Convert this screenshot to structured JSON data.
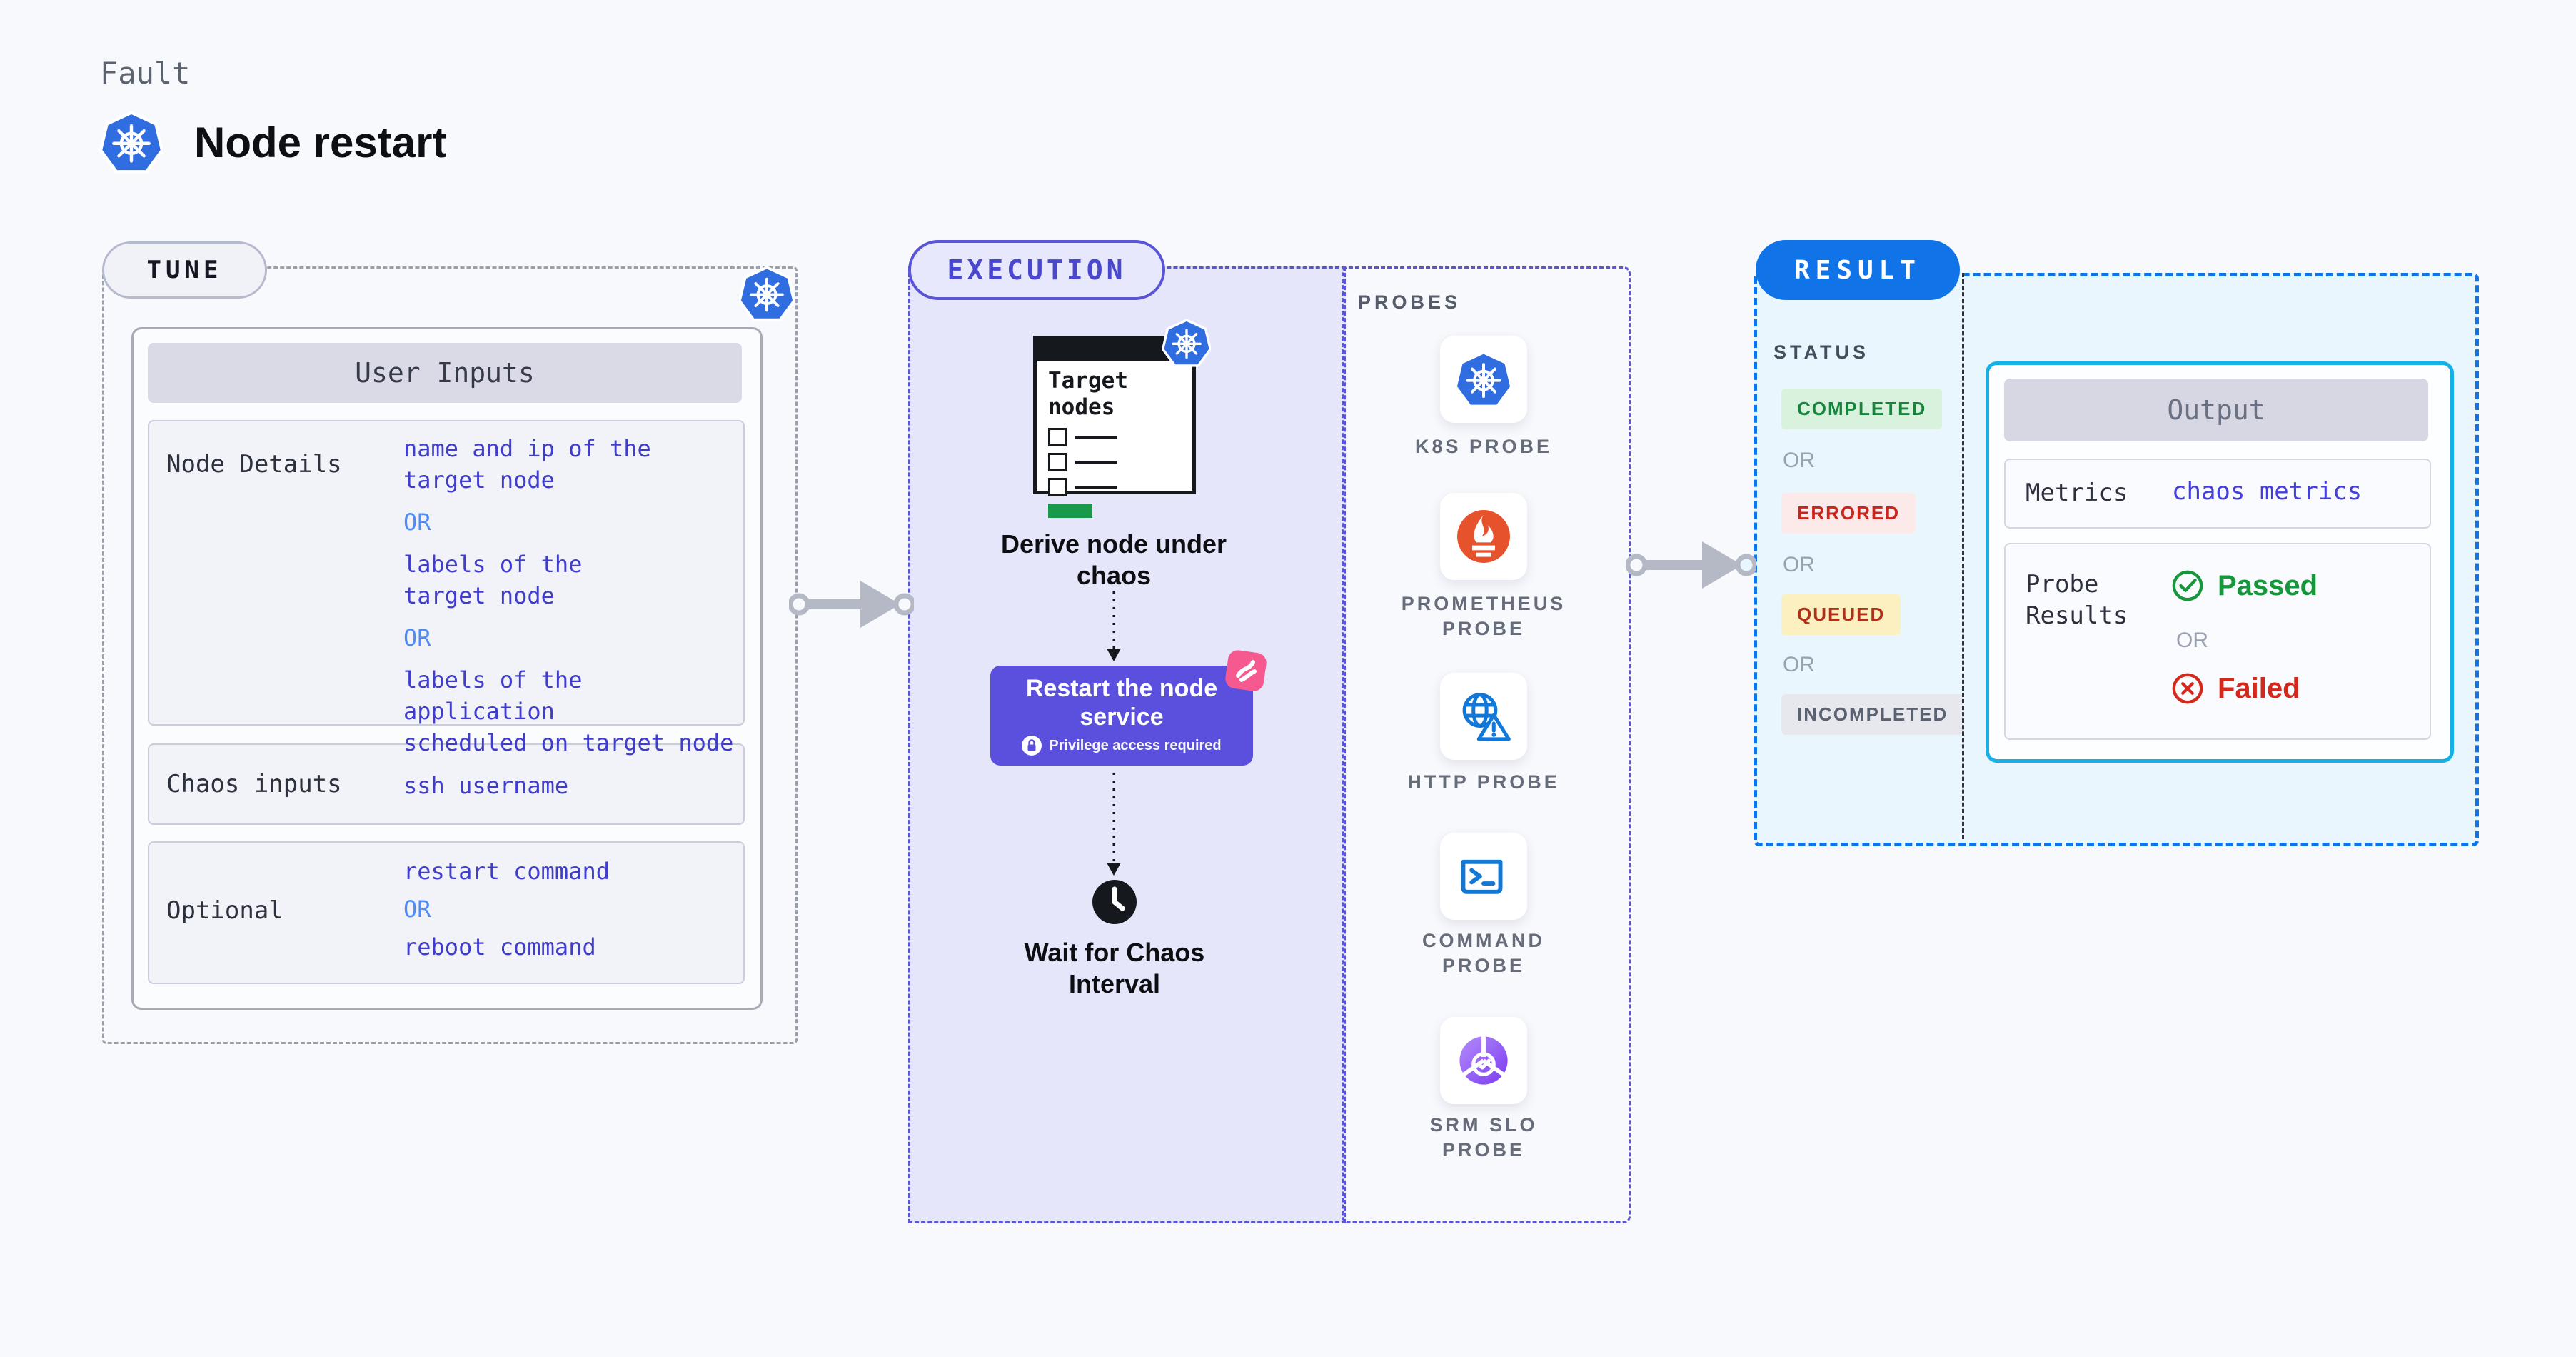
{
  "header": {
    "eyebrow": "Fault",
    "title": "Node restart"
  },
  "shared": {
    "or": "OR"
  },
  "tune": {
    "badge": "TUNE",
    "table_header": "User Inputs",
    "rows": [
      {
        "label": "Node Details",
        "values": [
          "name and ip of the\ntarget node",
          "labels of the\ntarget node",
          "labels of the application\nscheduled on target node"
        ]
      },
      {
        "label": "Chaos inputs",
        "values": [
          "ssh username"
        ]
      },
      {
        "label": "Optional",
        "values": [
          "restart command",
          "reboot command"
        ]
      }
    ]
  },
  "execution": {
    "badge": "EXECUTION",
    "target_card_title": "Target\nnodes",
    "derive_label": "Derive node under\nchaos",
    "restart_title": "Restart the node\nservice",
    "restart_note": "Privilege access required",
    "wait_label": "Wait for Chaos\nInterval"
  },
  "probes": {
    "label": "PROBES",
    "items": [
      {
        "name": "K8S PROBE",
        "icon": "kubernetes-icon"
      },
      {
        "name": "PROMETHEUS\nPROBE",
        "icon": "prometheus-icon"
      },
      {
        "name": "HTTP PROBE",
        "icon": "globe-alert-icon"
      },
      {
        "name": "COMMAND\nPROBE",
        "icon": "terminal-icon"
      },
      {
        "name": "SRM SLO\nPROBE",
        "icon": "slo-pie-check-icon"
      }
    ]
  },
  "result": {
    "badge": "RESULT",
    "status_label": "STATUS",
    "statuses": [
      {
        "label": "COMPLETED",
        "fg": "#17843c",
        "bg": "#d9f2de"
      },
      {
        "label": "ERRORED",
        "fg": "#cb241b",
        "bg": "#fce9e9"
      },
      {
        "label": "QUEUED",
        "fg": "#b02f19",
        "bg": "#fcefc0"
      },
      {
        "label": "INCOMPLETED",
        "fg": "#5a6170",
        "bg": "#e7e8ee"
      }
    ],
    "output": {
      "header": "Output",
      "metrics_label": "Metrics",
      "metrics_value": "chaos metrics",
      "probe_results_label": "Probe\nResults",
      "passed_label": "Passed",
      "failed_label": "Failed"
    }
  },
  "icons": {
    "kubernetes-icon": "blue heptagon with white ship wheel",
    "prometheus-icon": "orange circle with white flame and bars",
    "globe-alert-icon": "blue globe with warning triangle",
    "terminal-icon": "blue terminal window with >_",
    "slo-pie-check-icon": "purple pie chart with check ring",
    "checklist-icon": "target nodes checklist card",
    "lock-icon": "white circle with padlock",
    "clock-icon": "black clock face",
    "check-circle-icon": "green circled check",
    "x-circle-icon": "red circled x",
    "chaos-scribble-icon": "pink rounded square with white scribble",
    "arrow-right-icon": "gray flow arrow",
    "arrow-down-icon": "black dotted arrow"
  },
  "colors": {
    "page_bg": "#f8f9fd",
    "tune_dash_gray": "#9aa0ab",
    "accent_indigo": "#5a55d6",
    "execution_fill": "#e6e6fb",
    "button_indigo": "#5a50dd",
    "accent_blue": "#1173e8",
    "result_fill": "#e9f6fd",
    "accent_cyan": "#14b1e6",
    "value_indigo": "#403dcd",
    "or_blue": "#4f8cf7",
    "passed_green": "#17963b",
    "failed_red": "#d5281c",
    "k8s_blue": "#2f6de0",
    "prometheus_orange": "#e6522c",
    "chaos_pink": "#f6598f"
  }
}
